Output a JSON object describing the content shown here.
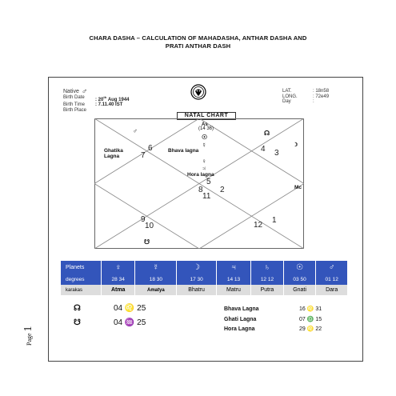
{
  "heading": {
    "line1": "CHARA DASHA – CALCULATION OF MAHADASHA, ANTHAR DASHA AND",
    "line2": "PRATI ANTHAR DASH"
  },
  "native": {
    "label": "Native",
    "glyph": "♂",
    "birth_date_label": "Birth Date",
    "birth_date_day": "20",
    "birth_date_sup": "th",
    "birth_date_rest": "Aug 1944",
    "birth_time_label": "Birth Time",
    "birth_time": "7.11.40 IST",
    "birth_place_label": "Birth Place"
  },
  "coords": {
    "lat_label": "LAT.",
    "lat": "18n58",
    "long_label": "LONG.",
    "long": "72e49",
    "day_label": "Day",
    "day": ":"
  },
  "chart": {
    "title": "NATAL CHART",
    "top_note": "(14 36)",
    "as_label": "As",
    "ghatika_lagna_1": "Ghatika",
    "ghatika_lagna_2": "Lagna",
    "bhava_lagna": "Bhava lagna",
    "hora_lagna": "Hora lagna",
    "mc_label": "Mc",
    "houses": [
      "1",
      "2",
      "3",
      "4",
      "5",
      "6",
      "7",
      "8",
      "9",
      "10",
      "11",
      "12"
    ],
    "glyphs": {
      "h6_mars": "♂",
      "h4_rahu": "☊",
      "h3_moon": "☽",
      "as_sun": "☉",
      "as_mercury": "☿",
      "as_venus": "♀",
      "as_jupiter": "♃",
      "h9_ketu": "☋"
    }
  },
  "planets_table": {
    "row_label": "Planets",
    "degrees_label": "degrees",
    "karakas_label": "karakas",
    "columns": [
      {
        "glyph": "♀",
        "deg": "28  34",
        "karaka": "Atma",
        "bold": true
      },
      {
        "glyph": "☿",
        "deg": "18  30",
        "karaka": "Amatya",
        "bold": true
      },
      {
        "glyph": "☽",
        "deg": "17  30",
        "karaka": "Bhatru",
        "bold": false
      },
      {
        "glyph": "♃",
        "deg": "14  13",
        "karaka": "Matru",
        "bold": false
      },
      {
        "glyph": "♄",
        "deg": "12  12",
        "karaka": "Putra",
        "bold": false
      },
      {
        "glyph": "☉",
        "deg": "03  50",
        "karaka": "Gnati",
        "bold": false
      },
      {
        "glyph": "♂",
        "deg": "01  12",
        "karaka": "Dara",
        "bold": false
      }
    ]
  },
  "rahu_ketu": [
    {
      "glyph": "☊",
      "value": "04 ♌ 25"
    },
    {
      "glyph": "☋",
      "value": "04 ♒ 25"
    }
  ],
  "lagnas": [
    {
      "label": "Bhava  Lagna",
      "value": "16 ♌ 31"
    },
    {
      "label": "Ghati Lagna",
      "value": "07 ♎ 15"
    },
    {
      "label": "Hora Lagna",
      "value": "29 ♌ 22"
    }
  ],
  "page": {
    "word": "Page",
    "number": "1"
  }
}
